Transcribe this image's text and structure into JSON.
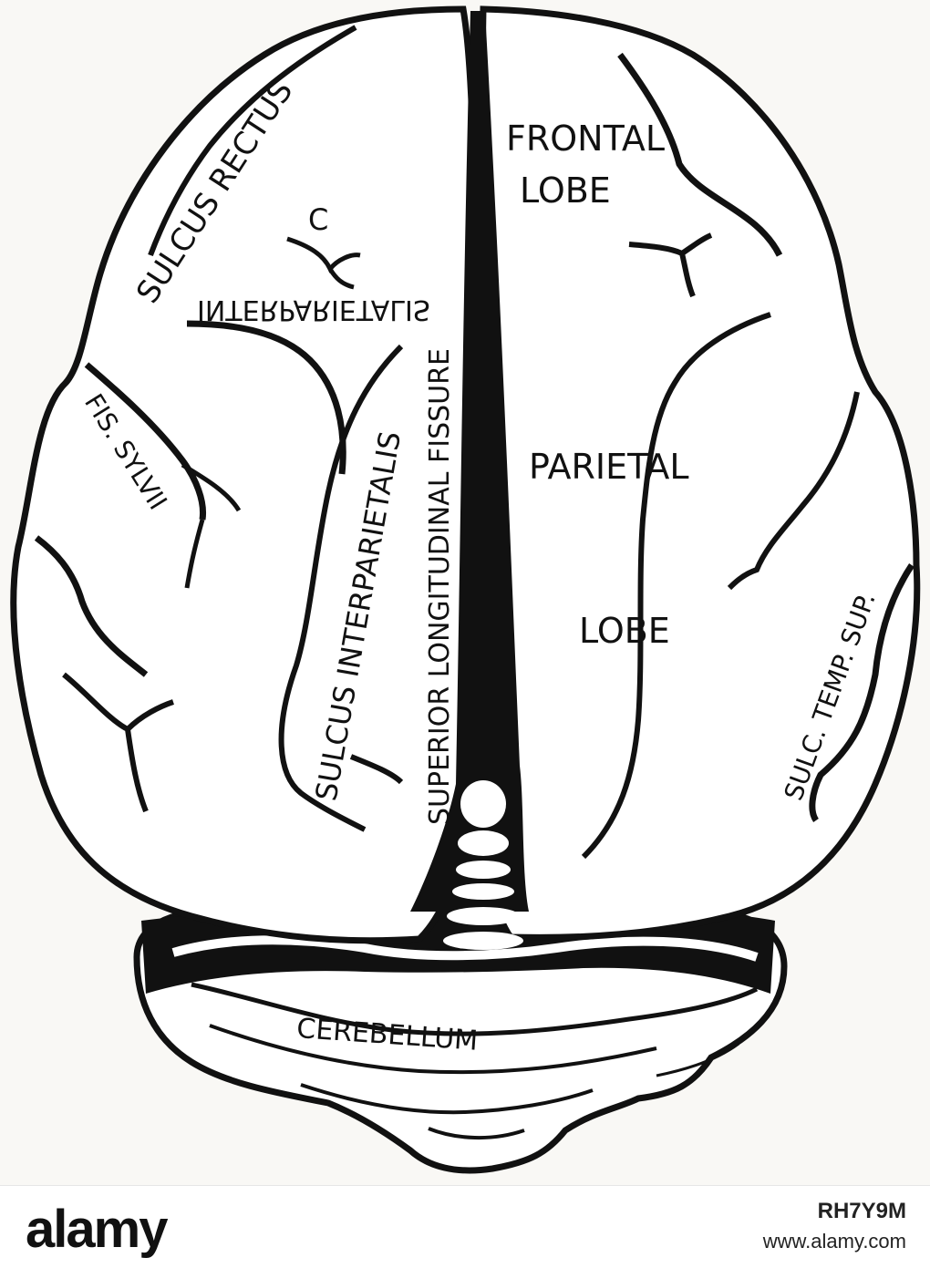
{
  "labels": {
    "sulcus_rectus": "SULCUS RECTUS",
    "c": "C",
    "interparietalis_top": "INTERPARIETALIS",
    "frontal_1": "FRONTAL",
    "frontal_2": "LOBE",
    "superior_longitudinal": "SUPERIOR LONGITUDINAL FISSURE",
    "fis_sylvii": "FIS. SYLVII",
    "sulcus_interparietalis": "SULCUS INTERPARIETALIS",
    "parietal_1": "PARIETAL",
    "parietal_2": "LOBE",
    "sulc_temp_sup": "SULC. TEMP. SUP.",
    "cerebellum": "CEREBELLUM"
  },
  "footer": {
    "logo": "alamy",
    "image_id": "RH7Y9M",
    "site": "www.alamy.com"
  },
  "colors": {
    "ink": "#111111",
    "paper": "#f9f8f5"
  }
}
